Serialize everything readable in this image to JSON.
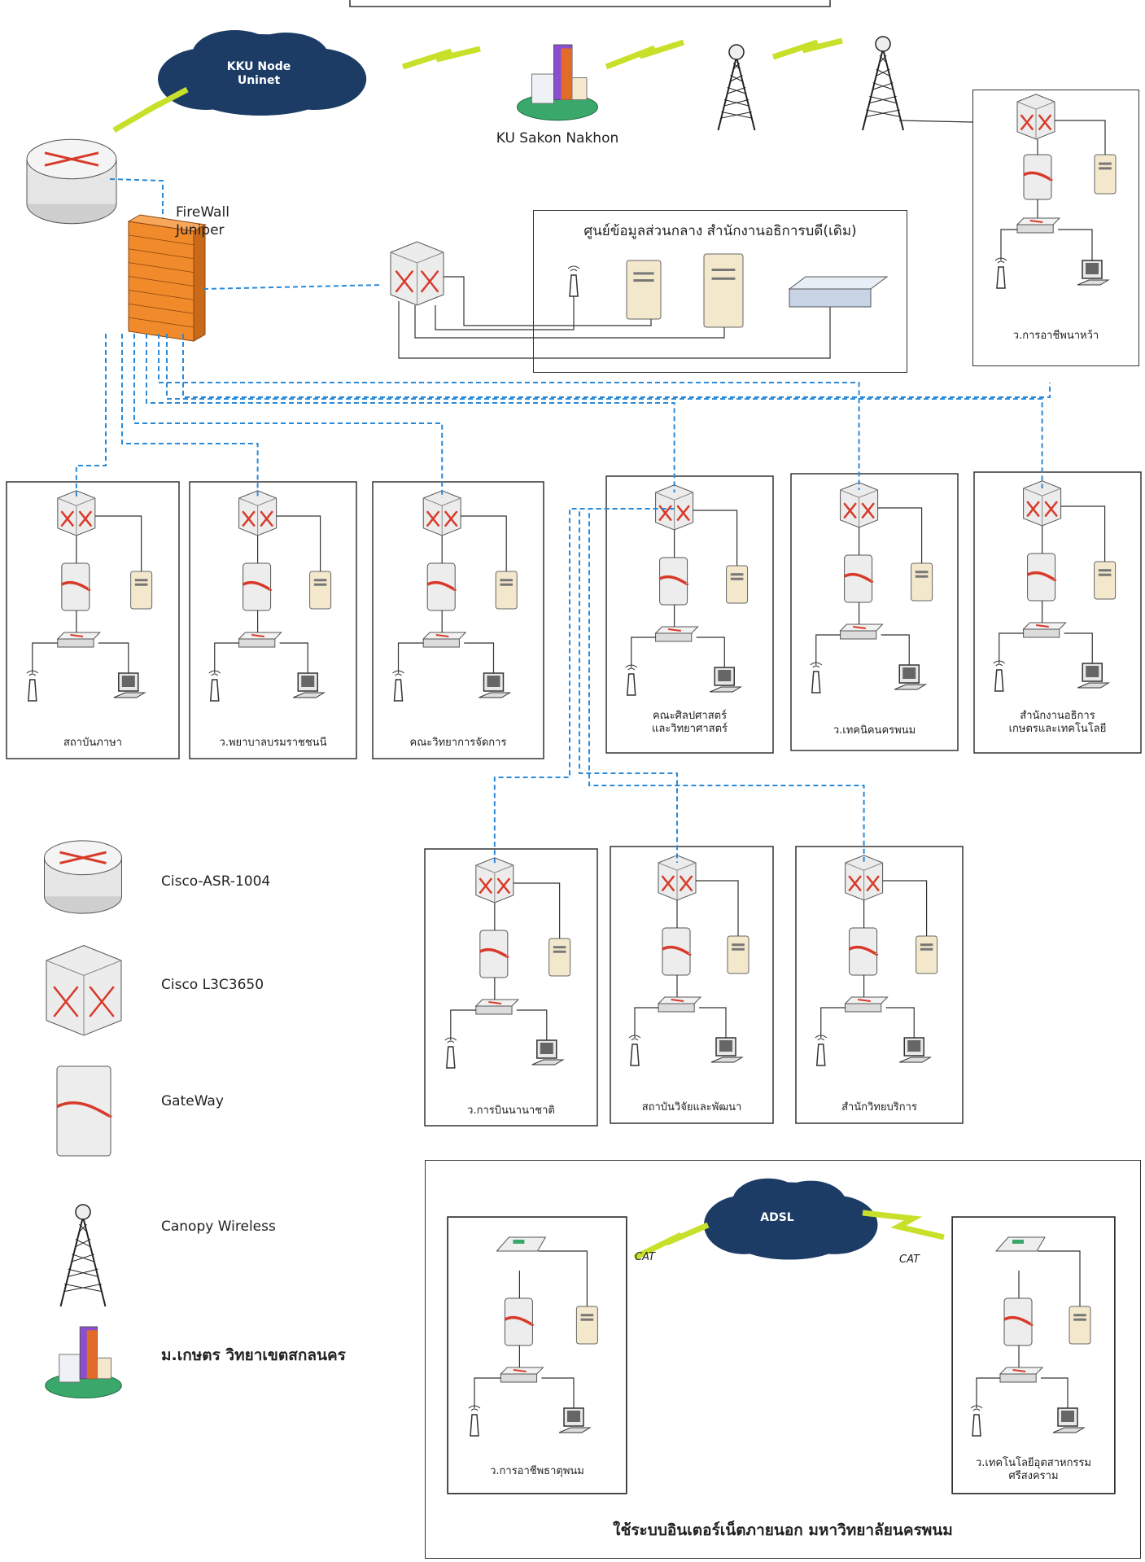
{
  "top_links": {
    "kku_node": "KKU Node Uninet",
    "ku_sakon": "KU Sakon Nakhon",
    "firewall": "FireWall Juniper"
  },
  "central": {
    "title": "ศูนย์ข้อมูลส่วนกลาง สำนักงานอธิการบดี(เดิม)"
  },
  "remote_site": {
    "label": "ว.การอาชีพนาหว้า"
  },
  "row1_sites": [
    {
      "label": "สถาบันภาษา"
    },
    {
      "label": "ว.พยาบาลบรมราชชนนี"
    },
    {
      "label": "คณะวิทยาการจัดการ"
    },
    {
      "label": "คณะศิลปศาสตร์\nและวิทยาศาสตร์"
    },
    {
      "label": "ว.เทคนิคนครพนม"
    },
    {
      "label": "สำนักงานอธิการ\nเกษตรและเทคโนโลยี"
    }
  ],
  "row2_sites": [
    {
      "label": "ว.การบินนานาชาติ"
    },
    {
      "label": "สถาบันวิจัยและพัฒนา"
    },
    {
      "label": "สำนักวิทยบริการ"
    }
  ],
  "external": {
    "cloud": "ADSL",
    "link_left": "CAT",
    "link_right": "CAT",
    "site_left": "ว.การอาชีพธาตุพนม",
    "site_right": "ว.เทคโนโลยีอุตสาหกรรม\nศรีสงคราม",
    "caption": "ใช้ระบบอินเตอร์เน็ตภายนอก มหาวิทยาลัยนครพนม"
  },
  "legend": [
    {
      "icon": "router-icon",
      "label": "Cisco-ASR-1004"
    },
    {
      "icon": "l3-switch-icon",
      "label": "Cisco L3C3650"
    },
    {
      "icon": "gateway-icon",
      "label": "GateWay"
    },
    {
      "icon": "canopy-tower-icon",
      "label": "Canopy Wireless"
    },
    {
      "icon": "campus-building-icon",
      "label": "ม.เกษตร วิทยาเขตสกลนคร"
    }
  ],
  "colors": {
    "dashed_link": "#2a8ad8",
    "firewall": "#f08a2a",
    "cloud": "#1c3c66",
    "lightning": "#c8e02a",
    "router_arrows": "#d83a2a"
  }
}
